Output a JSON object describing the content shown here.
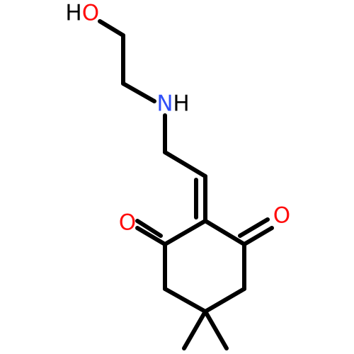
{
  "colors": {
    "bond": "#000000",
    "oxygen": "#ff0d0d",
    "nitrogen": "#3050f8",
    "hydrogen": "#000000",
    "background": "#ffffff"
  },
  "atoms": {
    "hydroxyl_o": "O",
    "hydroxyl_h": "H",
    "amine_n": "N",
    "amine_h": "H",
    "ketone_left_o": "O",
    "ketone_right_o": "O"
  }
}
